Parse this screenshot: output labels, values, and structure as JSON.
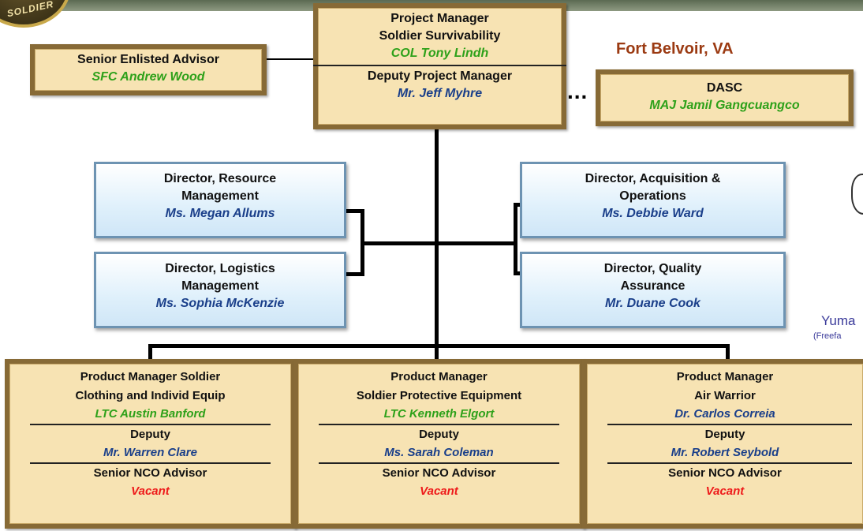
{
  "emblem": {
    "text": "SOLDIER"
  },
  "location": "Fort Belvoir, VA",
  "ellipsis": "...",
  "pm": {
    "line1": "Project Manager",
    "line2": "Soldier Survivability",
    "name": "COL Tony Lindh",
    "deputy_title": "Deputy Project Manager",
    "deputy_name": "Mr. Jeff Myhre"
  },
  "sea": {
    "title": "Senior Enlisted Advisor",
    "name": "SFC Andrew Wood"
  },
  "dasc": {
    "title": "DASC",
    "name": "MAJ Jamil Gangcuangco"
  },
  "directors": {
    "resource": {
      "line1": "Director, Resource",
      "line2": "Management",
      "name": "Ms. Megan Allums"
    },
    "logistics": {
      "line1": "Director, Logistics",
      "line2": "Management",
      "name": "Ms. Sophia McKenzie"
    },
    "acquisition": {
      "line1": "Director, Acquisition &",
      "line2": "Operations",
      "name": "Ms. Debbie Ward"
    },
    "quality": {
      "line1": "Director, Quality",
      "line2": "Assurance",
      "name": "Mr. Duane Cook"
    }
  },
  "products": [
    {
      "line1": "Product Manager Soldier",
      "line2": "Clothing and Individ Equip",
      "name": "LTC Austin Banford",
      "deputy_label": "Deputy",
      "deputy_name": "Mr. Warren Clare",
      "nco_label": "Senior NCO Advisor",
      "nco_name": "Vacant"
    },
    {
      "line1": "Product Manager",
      "line2": "Soldier Protective Equipment",
      "name": "LTC Kenneth Elgort",
      "deputy_label": "Deputy",
      "deputy_name": "Ms. Sarah Coleman",
      "nco_label": "Senior NCO Advisor",
      "nco_name": "Vacant"
    },
    {
      "line1": "Product Manager",
      "line2": "Air Warrior",
      "name": "Dr. Carlos Correia",
      "deputy_label": "Deputy",
      "deputy_name": "Mr. Robert Seybold",
      "nco_label": "Senior NCO Advisor",
      "nco_name": "Vacant"
    }
  ],
  "yuma": {
    "text": "Yuma",
    "sub": "(Freefa"
  },
  "colors": {
    "gold_fill": "#f7e3b3",
    "gold_border": "#876a36",
    "blue_fill": "#dff0fb",
    "name_green": "#2ea11a",
    "name_navy": "#1a3f8a",
    "vacant_red": "#ee1a1a",
    "location_brown": "#9b3a12"
  }
}
